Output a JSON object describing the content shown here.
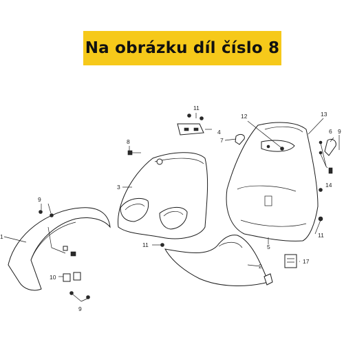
{
  "banner": {
    "text": "Na obrázku díl číslo 8",
    "color": "#f6c91a"
  },
  "labels": [
    "1",
    "2",
    "3",
    "4",
    "5",
    "6",
    "7",
    "8",
    "9",
    "9",
    "9",
    "10",
    "11",
    "11",
    "11",
    "12",
    "13",
    "14",
    "17"
  ]
}
